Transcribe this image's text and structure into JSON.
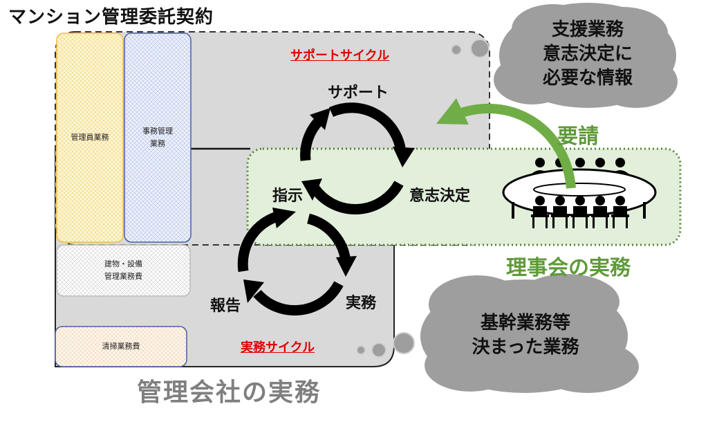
{
  "title": "マンション管理委託契約",
  "cells": {
    "manager": "管理員業務",
    "office_line1": "事務管理",
    "office_line2": "業務",
    "building_line1": "建物・設備",
    "building_line2": "管理業務費",
    "cleaning": "清掃業務費"
  },
  "support_cycle": {
    "title": "サポートサイクル",
    "support": "サポート",
    "decision": "意志決定",
    "instruction": "指示"
  },
  "work_cycle": {
    "title": "実務サイクル",
    "work": "実務",
    "report": "報告"
  },
  "request": "要請",
  "board_work": "理事会の実務",
  "company_work": "管理会社の実務",
  "cloud_top": {
    "line1": "支援業務",
    "line2": "意志決定に",
    "line3": "必要な情報"
  },
  "cloud_bottom": {
    "line1": "基幹業務等",
    "line2": "決まった業務"
  },
  "colors": {
    "region_gray": "#d9d9d9",
    "region_green": "#e2efda",
    "green_border": "#548235",
    "green_text": "#5f9a3a",
    "red_text": "#e00000",
    "cloud": "#9e9e9e"
  },
  "icons": {
    "meeting": "meeting-table-icon",
    "arrow": "curved-arrow-icon"
  }
}
